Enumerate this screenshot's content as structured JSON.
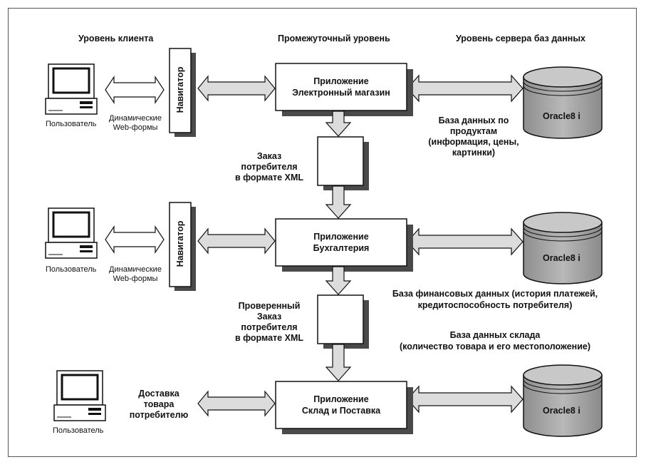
{
  "headers": {
    "client": "Уровень клиента",
    "middle": "Промежуточный уровень",
    "server": "Уровень сервера баз данных"
  },
  "tiers": [
    {
      "user_label": "Пользователь",
      "forms_label_1": "Динамические",
      "forms_label_2": "Web-формы",
      "navigator_label": "Навигатор",
      "app_line1": "Приложение",
      "app_line2": "Электронный магазин",
      "db_label": "Oracle8 i",
      "db_note": [
        "База данных по",
        "продуктам",
        "(информация, цены,",
        "картинки)"
      ]
    },
    {
      "user_label": "Пользователь",
      "forms_label_1": "Динамические",
      "forms_label_2": "Web-формы",
      "navigator_label": "Навигатор",
      "app_line1": "Приложение",
      "app_line2": "Бухгалтерия",
      "db_label": "Oracle8 i",
      "db_note": [
        "База финансовых данных (история платежей,",
        "кредитоспособность потребителя)"
      ]
    },
    {
      "user_label": "Пользователь",
      "delivery_label": [
        "Доставка",
        "товара",
        "потребителю"
      ],
      "app_line1": "Приложение",
      "app_line2": "Склад и Поставка",
      "db_label": "Oracle8 i",
      "db_note": [
        "База данных склада",
        "(количество товара и его местоположение)"
      ]
    }
  ],
  "flows": [
    [
      "Заказ",
      "потребителя",
      "в формате XML"
    ],
    [
      "Проверенный",
      "Заказ",
      "потребителя",
      "в формате XML"
    ]
  ],
  "colors": {
    "box_fill": "#ffffff",
    "shadow": "#4a4a4a",
    "arrow_fill": "#dcdcdc",
    "db_fill": "#a8a8a8",
    "line": "#111111"
  }
}
